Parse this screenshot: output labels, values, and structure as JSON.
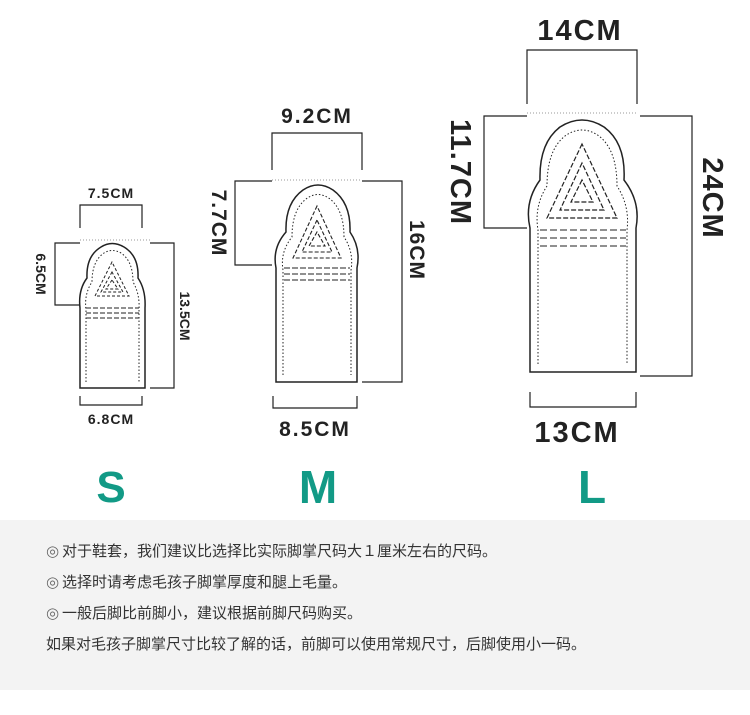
{
  "colors": {
    "size_label": "#129a86",
    "outline": "#222222",
    "panel": "#f3f3f3"
  },
  "sizes": [
    {
      "name": "S",
      "top_width": "7.5CM",
      "bottom_width": "6.8CM",
      "height_upper": "6.5CM",
      "height_total": "13.5CM"
    },
    {
      "name": "M",
      "top_width": "9.2CM",
      "bottom_width": "8.5CM",
      "height_upper": "7.7CM",
      "height_total": "16CM"
    },
    {
      "name": "L",
      "top_width": "14CM",
      "bottom_width": "13CM",
      "height_upper": "11.7CM",
      "height_total": "24CM"
    }
  ],
  "notes": {
    "bullet_icon": "double-circle-icon",
    "line1": "对于鞋套，我们建议比选择比实际脚掌尺码大１厘米左右的尺码。",
    "line2": "选择时请考虑毛孩子脚掌厚度和腿上毛量。",
    "line3": "一般后脚比前脚小，建议根据前脚尺码购买。",
    "line4": "如果对毛孩子脚掌尺寸比较了解的话，前脚可以使用常规尺寸，后脚使用小一码。"
  }
}
